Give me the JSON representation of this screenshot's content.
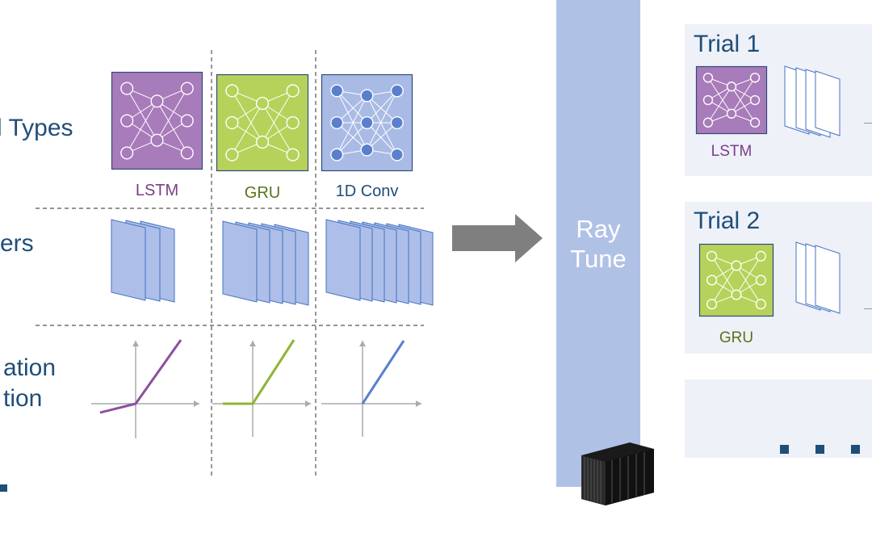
{
  "rows": {
    "model_types": "l Types",
    "layers": "ers",
    "activation_line1": "ation",
    "activation_line2": "tion",
    "more": "."
  },
  "models": [
    {
      "label": "LSTM",
      "fill": "#a87bba",
      "node": "#a87bba",
      "text_color": "#7b3e85"
    },
    {
      "label": "GRU",
      "fill": "#b6d25a",
      "node": "#b6d25a",
      "text_color": "#5a7417"
    },
    {
      "label": "1D Conv",
      "fill": "#a9bbe5",
      "node": "#5b7fcf",
      "text_color": "#1f4e79"
    }
  ],
  "ray_tune": {
    "line1": "Ray",
    "line2": "Tune"
  },
  "trials": [
    {
      "title": "Trial 1",
      "model_label": "LSTM"
    },
    {
      "title": "Trial 2",
      "model_label": "GRU"
    }
  ],
  "colors": {
    "ray_bar": "#b0c1e6",
    "arrow": "#7f7f7f",
    "dark_blue": "#1f4e79",
    "layer_fill": "#adbfe8",
    "layer_stroke": "#4472c4",
    "lstm_curve": "#8e4fa0",
    "gru_curve": "#8fb534",
    "conv_curve": "#5b7fcf"
  },
  "icons": {
    "server": "server-rack-icon",
    "arrow": "right-arrow-icon",
    "ellipsis": "ellipsis-icon"
  }
}
